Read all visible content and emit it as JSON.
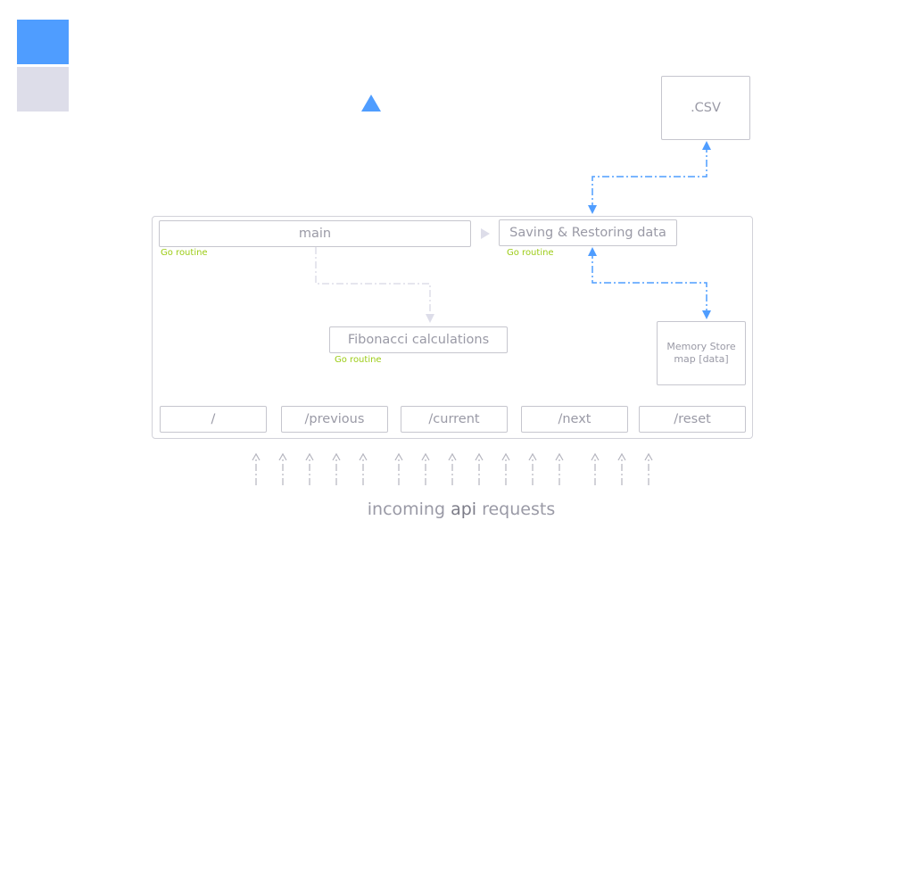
{
  "legend": {
    "colors": [
      "#4f9dff",
      "#dddde9"
    ]
  },
  "nodes": {
    "csv": ".CSV",
    "main": "main",
    "saving": "Saving & Restoring data",
    "fibonacci": "Fibonacci calculations",
    "memory_store_line1": "Memory Store",
    "memory_store_line2": "map [data]"
  },
  "tags": {
    "main": "Go routine",
    "saving": "Go routine",
    "fibonacci": "Go routine"
  },
  "endpoints": [
    "/",
    "/previous",
    "/current",
    "/next",
    "/reset"
  ],
  "caption": {
    "part1": "incoming ",
    "part2": "api",
    "part3": " requests"
  },
  "colors": {
    "accent": "#4f9dff",
    "lavender": "#dddde9",
    "go_routine": "#9ccc16",
    "text": "#9a9aa6",
    "border": "#c6c6ce"
  }
}
